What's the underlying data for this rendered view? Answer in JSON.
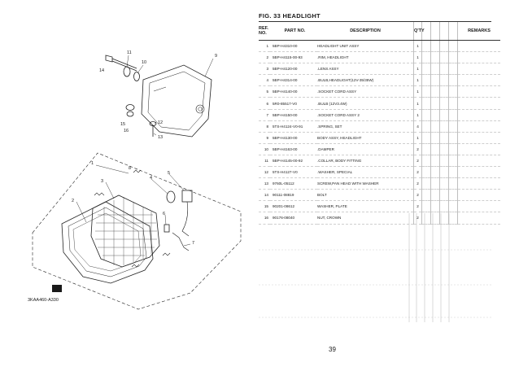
{
  "figure": {
    "title": "FIG.  33   HEADLIGHT",
    "diagram_code": "3KAA460-A330",
    "callouts": [
      "1",
      "2",
      "3",
      "4",
      "5",
      "6",
      "7",
      "8",
      "9",
      "10",
      "11",
      "12",
      "13",
      "14",
      "15",
      "16"
    ]
  },
  "table": {
    "headers": {
      "ref_no": "REF. NO.",
      "part_no": "PART NO.",
      "description": "DESCRIPTION",
      "qty": "Q'TY",
      "remarks": "REMARKS"
    },
    "rows": [
      {
        "ref": "1",
        "part_no": "5BP-H4310-00",
        "description": "HEADLIGHT UNIT ASSY",
        "qty": "1"
      },
      {
        "ref": "2",
        "part_no": "5BP-H4115-00-93",
        "description": ".RIM, HEADLIGHT",
        "qty": "1"
      },
      {
        "ref": "3",
        "part_no": "5BP-H4120-00",
        "description": ".LENS ASSY",
        "qty": "1"
      },
      {
        "ref": "4",
        "part_no": "5BP-H4314-00",
        "description": ".BULB,HEADLIGHT(12V-35/35W)",
        "qty": "1"
      },
      {
        "ref": "5",
        "part_no": "5BP-H4140-00",
        "description": ".SOCKET CORD ASSY",
        "qty": "1"
      },
      {
        "ref": "6",
        "part_no": "5R0-85517-V0",
        "description": ".BULB (12V3.4W)",
        "qty": "1"
      },
      {
        "ref": "7",
        "part_no": "5BP-H4150-00",
        "description": ".SOCKET CORD ASSY 2",
        "qty": "1"
      },
      {
        "ref": "8",
        "part_no": "5TS-H4124-V0-91",
        "description": ".SPRING, SET",
        "qty": "4"
      },
      {
        "ref": "9",
        "part_no": "5BP-H4130-00",
        "description": "BODY ASSY, HEADLIGHT",
        "qty": "1"
      },
      {
        "ref": "10",
        "part_no": "5BP-H4163-00",
        "description": ".DAMPER",
        "qty": "2"
      },
      {
        "ref": "11",
        "part_no": "5BP-H4145-00-92",
        "description": ".COLLAR, BODY FITTING",
        "qty": "2"
      },
      {
        "ref": "12",
        "part_no": "5TS-H4127-V0",
        "description": ".WASHER, SPECIAL",
        "qty": "2"
      },
      {
        "ref": "13",
        "part_no": "9760L-05112",
        "description": "SCREW,PAN HEAD WITH WASHER",
        "qty": "2"
      },
      {
        "ref": "14",
        "part_no": "90111-08819",
        "description": "BOLT",
        "qty": "2"
      },
      {
        "ref": "15",
        "part_no": "90201-08612",
        "description": "WASHER, PLATE",
        "qty": "2"
      },
      {
        "ref": "16",
        "part_no": "90176-08040",
        "description": "NUT, CROWN",
        "qty": "2"
      }
    ]
  },
  "page_number": "39"
}
